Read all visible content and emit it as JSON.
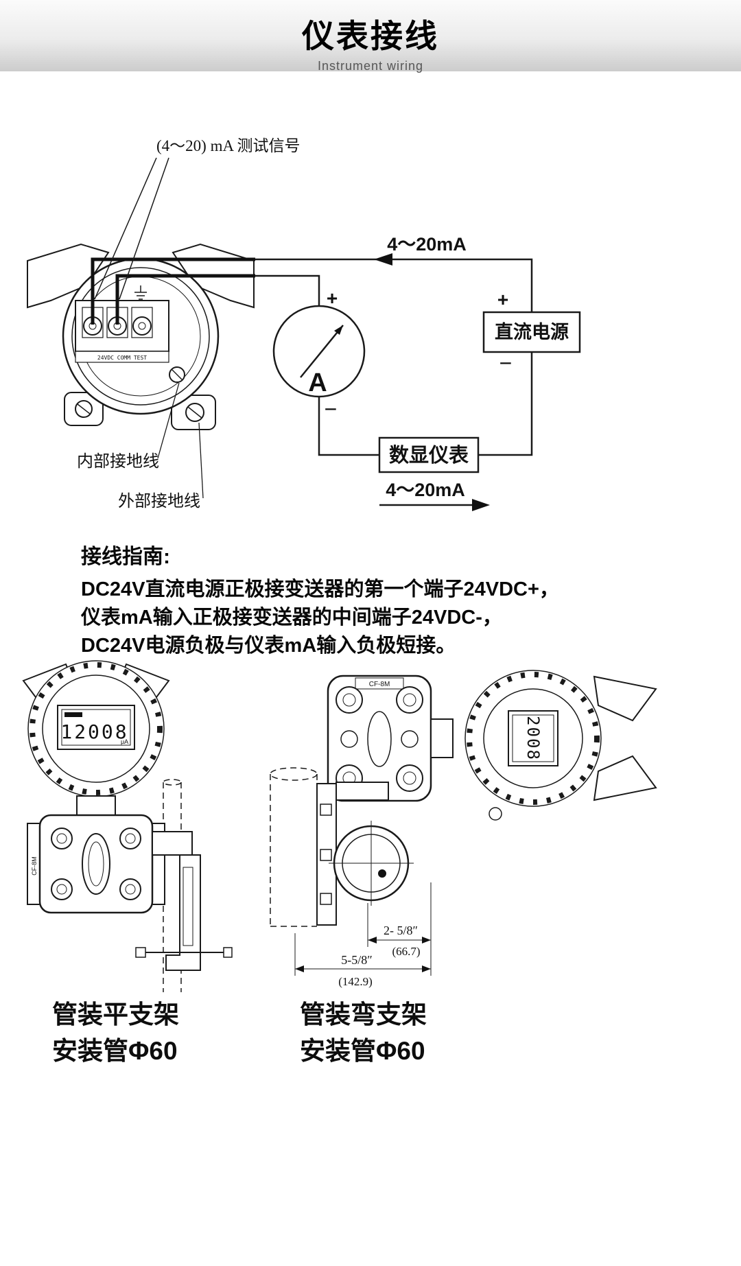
{
  "header": {
    "title": "仪表接线",
    "subtitle": "Instrument wiring"
  },
  "wiring": {
    "test_signal": "(4～20) mA 测试信号",
    "current_top": "4～20mA",
    "current_bottom": "4～20mA",
    "ammeter": "A",
    "plus": "+",
    "minus": "−",
    "dc_power": "直流电源",
    "digital_meter": "数显仪表",
    "terminal_text": "24VDC COMM TEST",
    "internal_ground": "内部接地线",
    "external_ground": "外部接地线"
  },
  "guide": {
    "heading": "接线指南:",
    "lines": [
      "DC24V直流电源正极接变送器的第一个端子24VDC+，",
      "仪表mA输入正极接变送器的中间端子24VDC-，",
      "DC24V电源负极与仪表mA输入负极短接。"
    ]
  },
  "mounting": {
    "left": {
      "display": "12008",
      "unit": "μA",
      "marking": "CF-8M",
      "caption1": "管装平支架",
      "caption2": "安装管Φ60"
    },
    "right": {
      "display": "2008",
      "marking": "CF-8M",
      "caption1": "管装弯支架",
      "caption2": "安装管Φ60",
      "dim_small": "2- 5/8″",
      "dim_small_mm": "(66.7)",
      "dim_large": "5-5/8″",
      "dim_large_mm": "(142.9)"
    }
  }
}
